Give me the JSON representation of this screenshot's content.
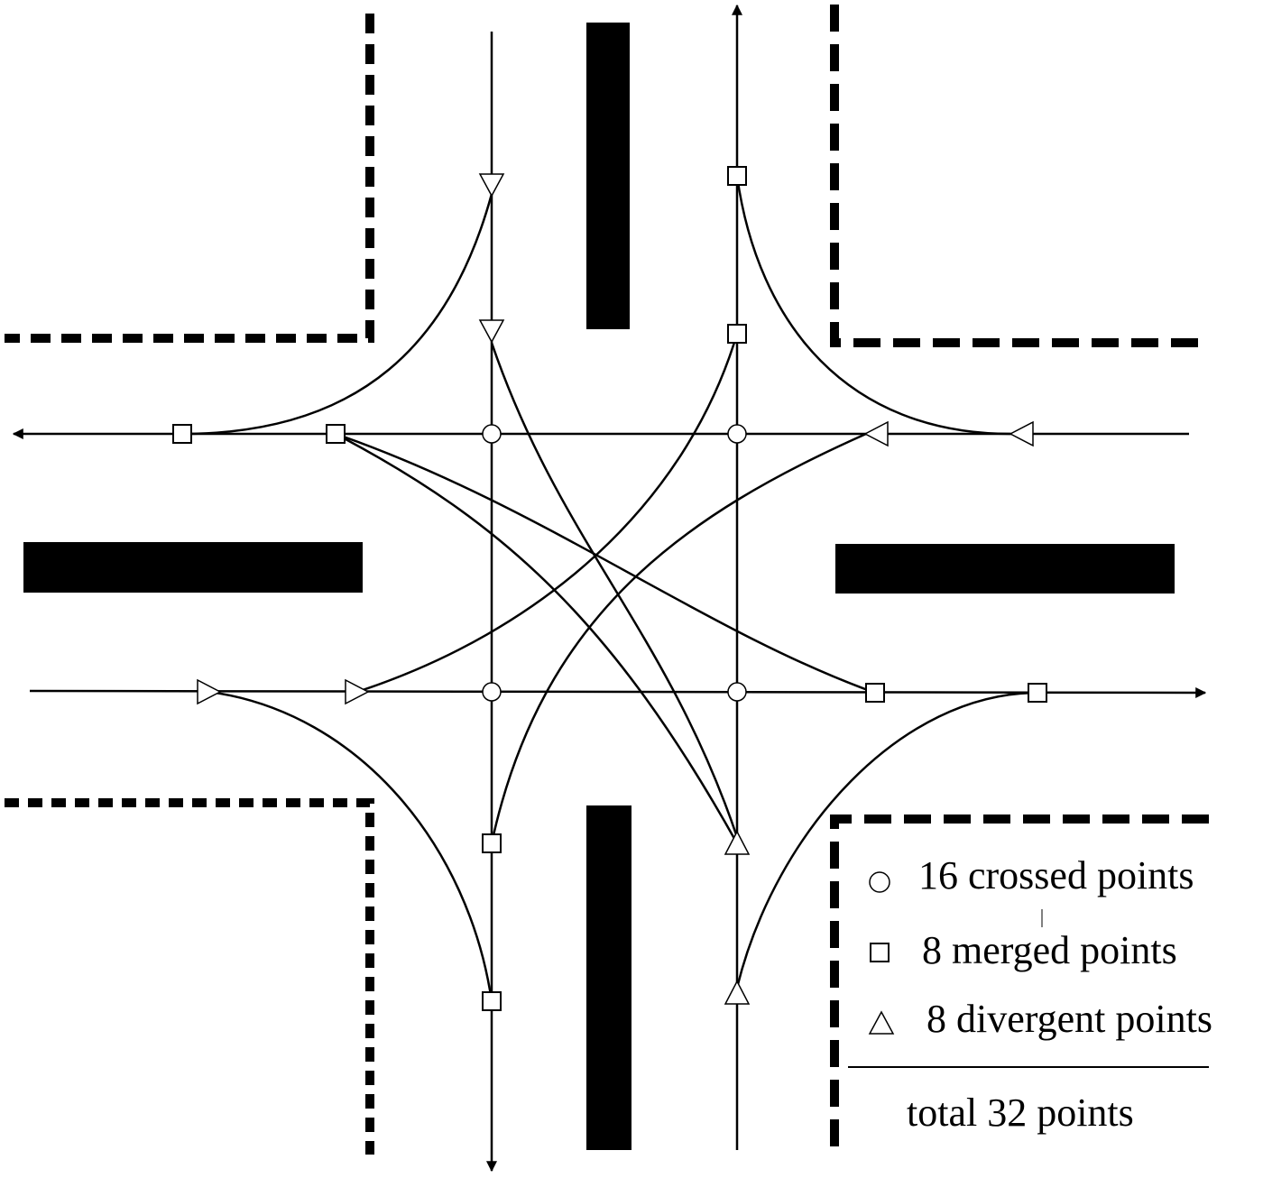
{
  "legend": {
    "crossed": "16 crossed points",
    "merged": "8 merged points",
    "divergent": "8 divergent points",
    "total": "total 32 points"
  },
  "colors": {
    "ink": "#000000",
    "paper": "#ffffff"
  },
  "symbols": {
    "crossed": "circle",
    "merged": "square",
    "divergent": "triangle"
  }
}
